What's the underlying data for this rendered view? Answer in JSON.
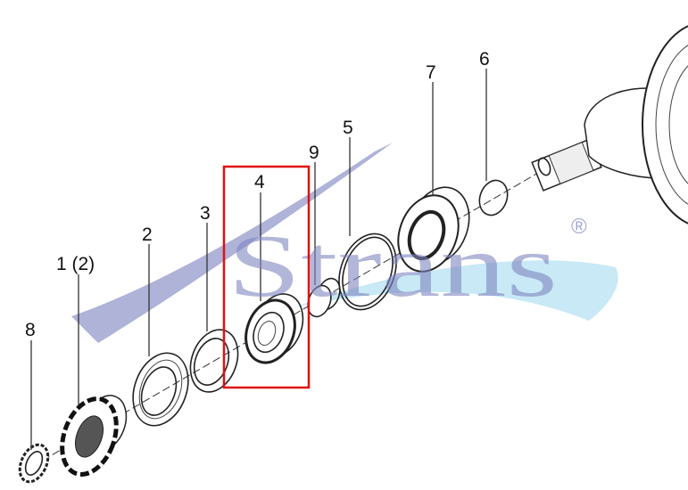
{
  "diagram": {
    "title": "Exploded view of drive shaft bearing assembly",
    "labels": {
      "p8": "8",
      "p1": "1 (2)",
      "p2": "2",
      "p3": "3",
      "p4": "4",
      "p9": "9",
      "p5": "5",
      "p7": "7",
      "p6": "6"
    },
    "highlighted_part": "4",
    "highlight_color": "#e01010"
  },
  "watermark": {
    "text": "Strans",
    "registered_mark": "®",
    "color": "#7f86c0",
    "swoosh_color": "#a9dcef"
  }
}
